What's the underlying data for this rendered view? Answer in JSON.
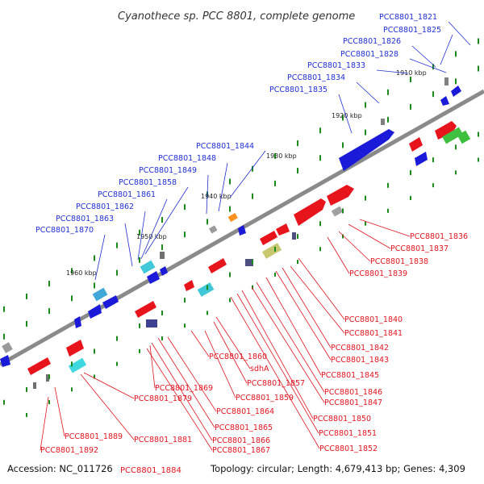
{
  "title": "Cyanothece sp. PCC 8801, complete genome",
  "footer": {
    "accession": "Accession: NC_011726",
    "topology": "Topology: circular; Length: 4,679,413 bp; Genes: 4,309"
  },
  "colors": {
    "backbone": "#8a8a8a",
    "forward_gene": "#e8141c",
    "reverse_gene": "#1414e0",
    "forward_label": "#e0141e",
    "reverse_label": "#1f2fcf",
    "tick_dot": "#1a8a1a"
  },
  "kbp_markers": [
    "1910 kbp",
    "1920 kbp",
    "1930 kbp",
    "1940 kbp",
    "1950 kbp",
    "1960 kbp"
  ],
  "upper_labels": [
    "PCC8801_1821",
    "PCC8801_1825",
    "PCC8801_1826",
    "PCC8801_1828",
    "PCC8801_1833",
    "PCC8801_1834",
    "PCC8801_1835",
    "PCC8801_1844",
    "PCC8801_1848",
    "PCC8801_1849",
    "PCC8801_1858",
    "PCC8801_1861",
    "PCC8801_1862",
    "PCC8801_1863",
    "PCC8801_1870"
  ],
  "lower_labels": [
    "PCC8801_1836",
    "PCC8801_1837",
    "PCC8801_1838",
    "PCC8801_1839",
    "PCC8801_1840",
    "PCC8801_1841",
    "PCC8801_1842",
    "PCC8801_1843",
    "PCC8801_1845",
    "PCC8801_1846",
    "PCC8801_1847",
    "PCC8801_1850",
    "PCC8801_1851",
    "PCC8801_1852",
    "PCC8801_1860",
    "sdhA",
    "PCC8801_1857",
    "PCC8801_1859",
    "PCC8801_1864",
    "PCC8801_1865",
    "PCC8801_1866",
    "PCC8801_1867",
    "PCC8801_1869",
    "PCC8801_1879",
    "PCC8801_1881",
    "PCC8801_1889",
    "PCC8801_1892",
    "PCC8801_1884"
  ]
}
